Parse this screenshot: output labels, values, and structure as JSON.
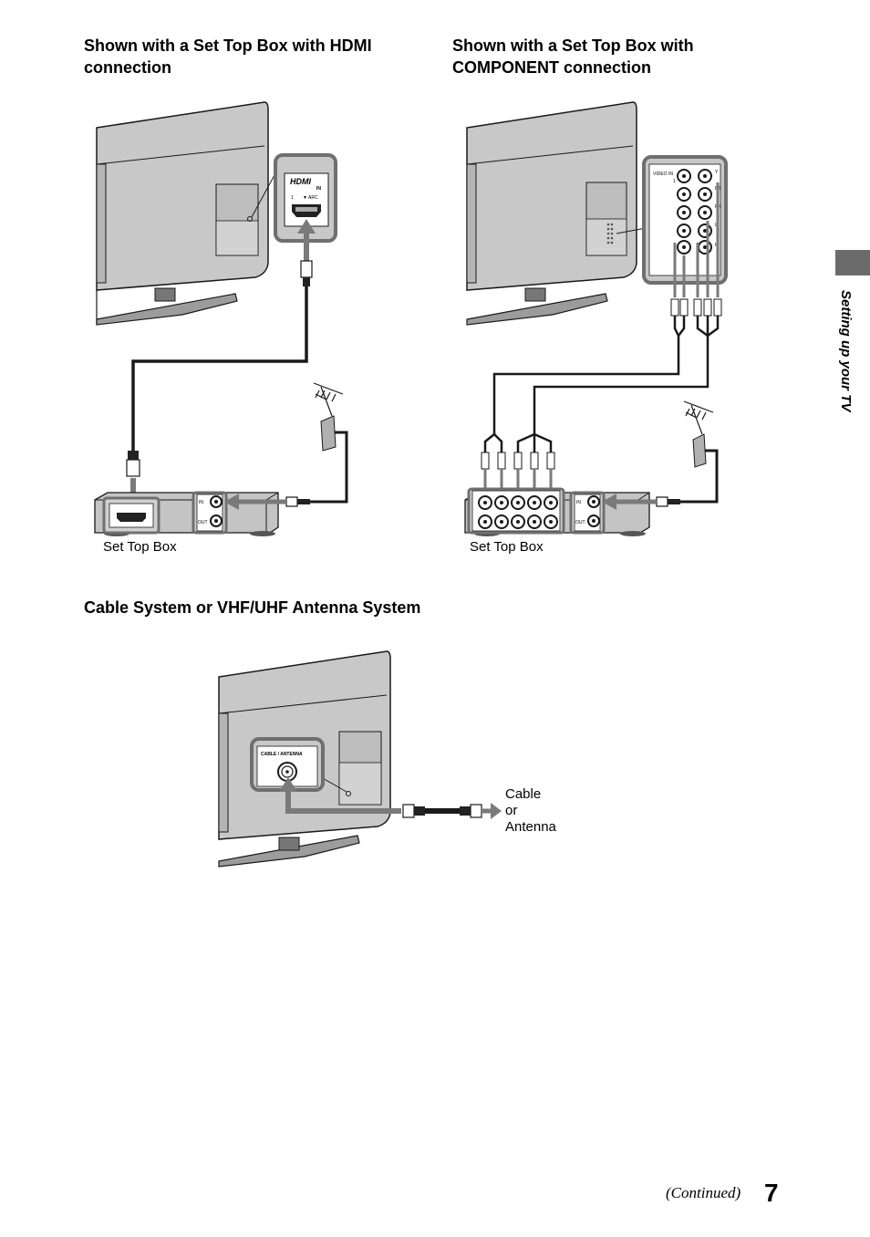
{
  "sections": {
    "hdmi": {
      "heading_line1": "Shown with a Set Top Box with HDMI",
      "heading_line2": "connection",
      "device_label": "Set Top Box",
      "tv_port_brand": "HDMI",
      "tv_port_in": "IN",
      "tv_port_number": "1",
      "tv_port_arc": "▼ ARC",
      "stb_in": "IN",
      "stb_out": "OUT"
    },
    "component": {
      "heading_line1": "Shown with a Set Top Box with",
      "heading_line2": "COMPONENT connection",
      "device_label": "Set Top Box",
      "tv_video_in": "VIDEO  IN",
      "tv_video_num": "1",
      "tv_y": "Y",
      "tv_pb": "PB",
      "tv_pr": "PR",
      "tv_l": "L",
      "tv_r": "R",
      "stb_in": "IN",
      "stb_out": "OUT"
    },
    "antenna": {
      "heading": "Cable System or VHF/UHF Antenna System",
      "tv_port_label": "CABLE / ANTENNA",
      "source_line1": "Cable",
      "source_line2": "or",
      "source_line3": "Antenna"
    }
  },
  "side_tab": {
    "label": "Setting up your TV",
    "color": "#6b6b6b"
  },
  "footer": {
    "continued": "(Continued)",
    "page_number": "7"
  }
}
